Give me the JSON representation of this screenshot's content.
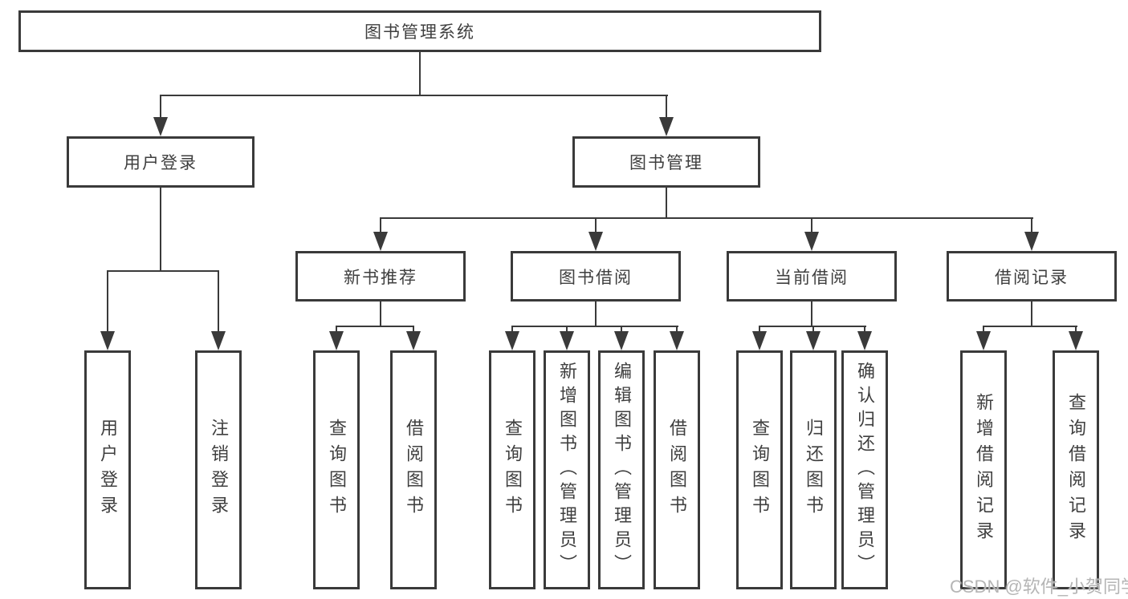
{
  "diagram": {
    "title": {
      "label": "图书管理系统"
    },
    "level2": [
      {
        "id": "user-login",
        "label": "用户登录"
      },
      {
        "id": "book-management",
        "label": "图书管理"
      }
    ],
    "level3": [
      {
        "id": "new-book-recommend",
        "label": "新书推荐"
      },
      {
        "id": "book-borrow",
        "label": "图书借阅"
      },
      {
        "id": "current-borrow",
        "label": "当前借阅"
      },
      {
        "id": "borrow-records",
        "label": "借阅记录"
      }
    ],
    "leaves": {
      "user_login": [
        {
          "label": "用户登录"
        },
        {
          "label": "注销登录"
        }
      ],
      "new_book_recommend": [
        {
          "label": "查询图书"
        },
        {
          "label": "借阅图书"
        }
      ],
      "book_borrow": [
        {
          "label": "查询图书"
        },
        {
          "label": "新增图书（管理员）"
        },
        {
          "label": "编辑图书（管理员）"
        },
        {
          "label": "借阅图书"
        }
      ],
      "current_borrow": [
        {
          "label": "查询图书"
        },
        {
          "label": "归还图书"
        },
        {
          "label": "确认归还（管理员）"
        }
      ],
      "borrow_records": [
        {
          "label": "新增借阅记录"
        },
        {
          "label": "查询借阅记录"
        }
      ]
    },
    "watermark": "CSDN @软件_小贺同学"
  }
}
